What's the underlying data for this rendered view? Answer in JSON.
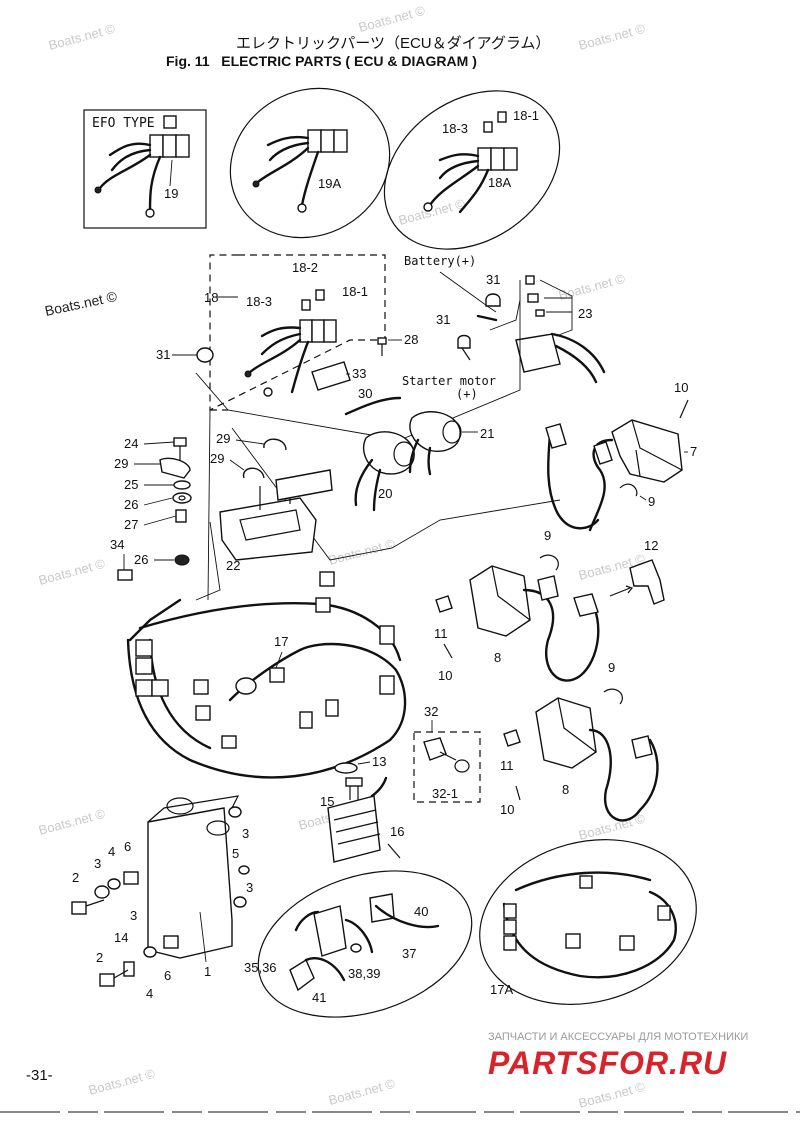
{
  "header": {
    "title_jp": "エレクトリックパーツ（ECU＆ダイアグラム）",
    "title_en": "Fig. 11   ELECTRIC PARTS ( ECU & DIAGRAM )"
  },
  "insets": {
    "efo_type": "EFO TYPE",
    "battery": "Battery(+)",
    "starter_motor": "Starter motor",
    "starter_plus": "(+)"
  },
  "callouts": {
    "c1": "1",
    "c2a": "2",
    "c2b": "2",
    "c3a": "3",
    "c3b": "3",
    "c3c": "3",
    "c4a": "4",
    "c4b": "4",
    "c5": "5",
    "c6a": "6",
    "c6b": "6",
    "c7": "7",
    "c8a": "8",
    "c8b": "8",
    "c9a": "9",
    "c9b": "9",
    "c9c": "9",
    "c10a": "10",
    "c10b": "10",
    "c10c": "10",
    "c11a": "11",
    "c11b": "11",
    "c12": "12",
    "c13": "13",
    "c14": "14",
    "c15": "15",
    "c16": "16",
    "c17": "17",
    "c17A": "17A",
    "c18": "18",
    "c18_1a": "18-1",
    "c18_1b": "18-1",
    "c18_2": "18-2",
    "c18_3a": "18-3",
    "c18_3b": "18-3",
    "c18A": "18A",
    "c19": "19",
    "c19A": "19A",
    "c20": "20",
    "c21": "21",
    "c22": "22",
    "c23": "23",
    "c24": "24",
    "c25": "25",
    "c26a": "26",
    "c26b": "26",
    "c27": "27",
    "c28": "28",
    "c29a": "29",
    "c29b": "29",
    "c29c": "29",
    "c30": "30",
    "c31a": "31",
    "c31b": "31",
    "c31c": "31",
    "c32": "32",
    "c32_1": "32-1",
    "c33": "33",
    "c34": "34",
    "c35_36": "35,36",
    "c37": "37",
    "c38_39": "38,39",
    "c40": "40",
    "c41": "41"
  },
  "footer": {
    "page_number": "-31-",
    "shop_tagline": "ЗАПЧАСТИ И АКСЕССУАРЫ ДЛЯ МОТОТЕХНИКИ",
    "shop_logo": "PARTSFOR.RU"
  },
  "watermark": {
    "text": "Boats.net ©"
  },
  "colors": {
    "line": "#111111",
    "watermark": "#c9c9c9",
    "logo_red": "#d8232a",
    "tagline": "#9a9a9a"
  }
}
